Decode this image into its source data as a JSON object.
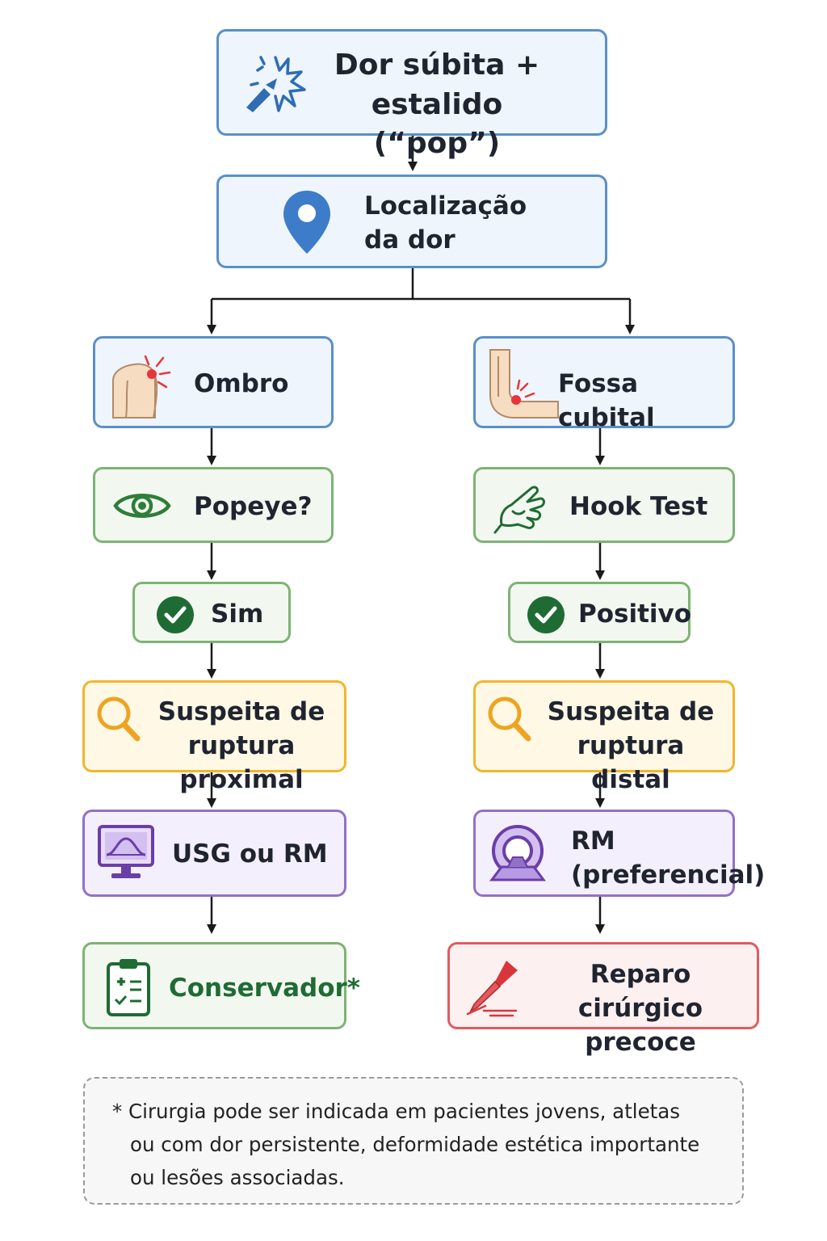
{
  "start": {
    "line1": "Dor súbita +",
    "line2": "estalido (“pop”)"
  },
  "location": {
    "line1": "Localização",
    "line2": "da dor"
  },
  "left": {
    "site": "Ombro",
    "exam": "Popeye?",
    "result": "Sim",
    "suspicion": {
      "line1": "Suspeita de",
      "line2": "ruptura proximal"
    },
    "imaging": "USG ou RM",
    "treatment": "Conservador*"
  },
  "right": {
    "site": "Fossa cubital",
    "exam": "Hook Test",
    "result": "Positivo",
    "suspicion": {
      "line1": "Suspeita de",
      "line2": "ruptura distal"
    },
    "imaging": {
      "line1": "RM",
      "line2": "(preferencial)"
    },
    "treatment": {
      "line1": "Reparo cirúrgico",
      "line2": "precoce"
    }
  },
  "footnote": {
    "line1": "* Cirurgia pode ser indicada em pacientes jovens, atletas",
    "line2": "ou com dor persistente, deformidade estética importante",
    "line3": "ou lesões associadas."
  },
  "colors": {
    "blue": "#5a8fca",
    "green": "#7db374",
    "dark_green": "#1f6b34",
    "yellow": "#f1b52e",
    "purple": "#9271c4",
    "red": "#e25a5e"
  },
  "icons": {
    "start": "burst-icon",
    "location": "map-pin-icon",
    "left_site": "shoulder-icon",
    "right_site": "elbow-icon",
    "left_exam": "eye-icon",
    "right_exam": "hook-hand-icon",
    "result": "check-circle-icon",
    "suspicion": "magnifier-icon",
    "left_imaging": "monitor-ultrasound-icon",
    "right_imaging": "mri-scanner-icon",
    "left_treatment": "clipboard-icon",
    "right_treatment": "scalpel-icon"
  }
}
